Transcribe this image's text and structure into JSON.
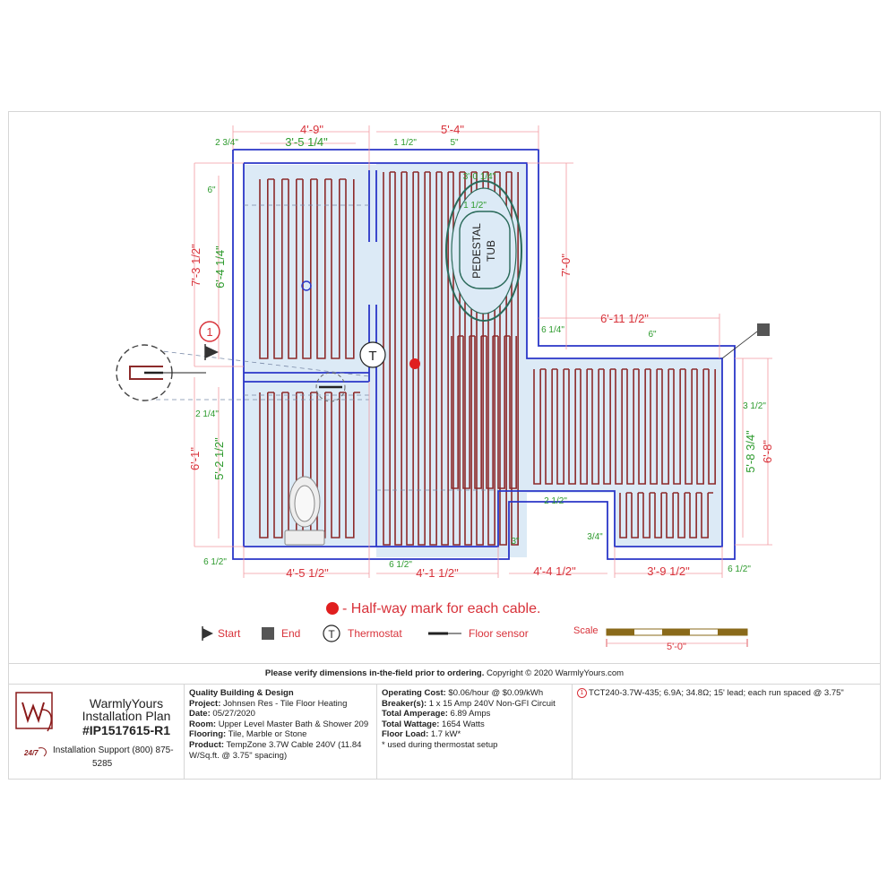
{
  "dimensions": {
    "top_left_width": "4'-9\"",
    "top_left_inner": "3'-5 1/4\"",
    "top_left_offset": "2 3/4\"",
    "top_right_width": "5'-4\"",
    "top_mid_offset": "1 1/2\"",
    "top_mid_5": "5\"",
    "tub_offset": "3'-0 1/4\"",
    "tub_gap": "1 1/2\"",
    "left_6in": "6\"",
    "left_total_upper": "7'-3 1/2\"",
    "left_inner_upper": "6'-4 1/4\"",
    "right_7ft": "7'-0\"",
    "right_wing_width": "6'-11 1/2\"",
    "right_wing_6_1_4": "6 1/4\"",
    "right_wing_6in": "6\"",
    "right_3_1_2": "3 1/2\"",
    "right_inner": "5'-8 3/4\"",
    "right_total": "6'-8\"",
    "left_2_1_4": "2 1/4\"",
    "left_total_lower": "6'-1\"",
    "left_inner_lower": "5'-2 1/2\"",
    "bottom_2_1_2": "2 1/2\"",
    "bottom_3_4": "3/4\"",
    "bottom_3in": "3\"",
    "bottom_left_6_1_2": "6 1/2\"",
    "bottom_left_width": "4'-5 1/2\"",
    "bottom_mid_6_1_2": "6 1/2\"",
    "bottom_mid_width": "4'-1 1/2\"",
    "bottom_gap_width": "4'-4 1/2\"",
    "bottom_right_width": "3'-9 1/2\"",
    "bottom_right_6_1_2": "6 1/2\""
  },
  "fixtures": {
    "tub_line1": "PEDESTAL",
    "tub_line2": "TUB",
    "thermostat_symbol": "T",
    "start_marker_number": "1"
  },
  "legend": {
    "halfway": "- Half-way mark for each cable.",
    "start": "Start",
    "end": "End",
    "thermostat": "Thermostat",
    "thermostat_symbol": "T",
    "floor_sensor": "Floor sensor",
    "scale_label": "Scale",
    "scale_length": "5'-0\""
  },
  "footer": {
    "verify_bold": "Please verify dimensions in-the-field prior to ordering.",
    "copyright": " Copyright © 2020 WarmlyYours.com",
    "brand_line1": "WarmlyYours",
    "brand_line2": "Installation Plan",
    "plan_id": "#IP1517615-R1",
    "support_badge": "24/7",
    "support_line1": "Installation Support (800) 875-",
    "support_line2": "5285",
    "company": "Quality Building & Design",
    "project_label": "Project:",
    "project_value": " Johnsen Res - Tile Floor Heating",
    "date_label": "Date:",
    "date_value": " 05/27/2020",
    "room_label": "Room:",
    "room_value": " Upper Level Master Bath & Shower 209",
    "flooring_label": "Flooring:",
    "flooring_value": " Tile, Marble or Stone",
    "product_label": "Product:",
    "product_value": " TempZone 3.7W Cable 240V (11.84 W/Sq.ft. @ 3.75\" spacing)",
    "cost_label": "Operating Cost:",
    "cost_value": " $0.06/hour @ $0.09/kWh",
    "breaker_label": "Breaker(s):",
    "breaker_value": " 1 x 15 Amp 240V Non-GFI Circuit",
    "amperage_label": "Total Amperage:",
    "amperage_value": " 6.89 Amps",
    "wattage_label": "Total Wattage:",
    "wattage_value": " 1654 Watts",
    "load_label": "Floor Load:",
    "load_value": " 1.7 kW*",
    "note": "* used during thermostat setup",
    "cable_number": "1",
    "cable_spec": "TCT240-3.7W-435; 6.9A; 34.8Ω; 15' lead; each run spaced @ 3.75\""
  },
  "colors": {
    "wall": "#2a36c8",
    "floor": "#dceaf6",
    "cable": "#8c2a2a",
    "dim_red": "#d8323a",
    "dim_green": "#2c9a2c"
  }
}
